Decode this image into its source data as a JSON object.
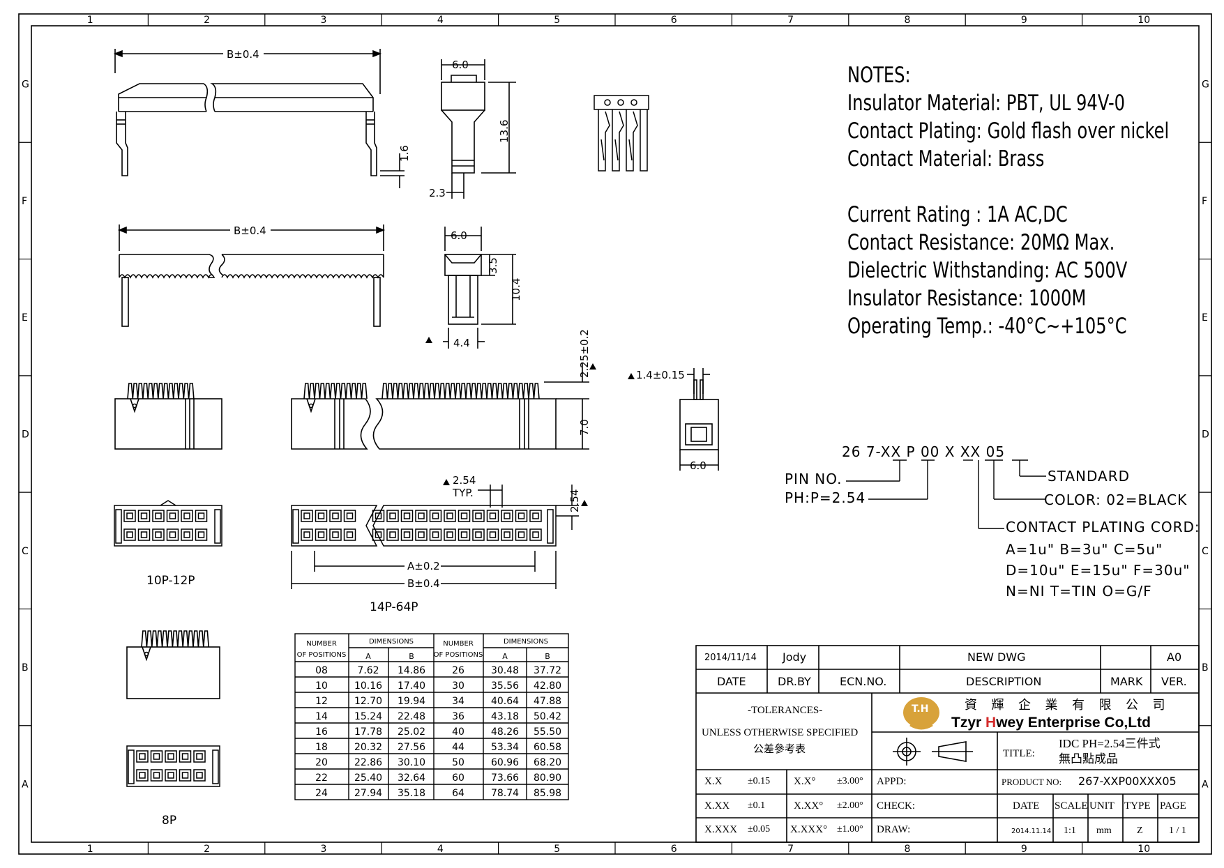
{
  "border": {
    "columns": [
      "1",
      "2",
      "3",
      "4",
      "5",
      "6",
      "7",
      "8",
      "9",
      "10"
    ],
    "rows": [
      "G",
      "F",
      "E",
      "D",
      "C",
      "B",
      "A"
    ]
  },
  "notes": {
    "heading": "NOTES:",
    "lines": [
      "Insulator Material: PBT, UL 94V-0",
      "Contact Plating: Gold flash over nickel",
      "Contact Material: Brass",
      "",
      "Current  Rating : 1A AC,DC",
      "Contact Resistance:   20MΩ Max.",
      "Dielectric Withstanding: AC 500V",
      "Insulator Resistance:  1000M",
      "Operating Temp.: -40°C~+105°C"
    ]
  },
  "dims": {
    "b_top": "B±0.4",
    "b_mid": "B±0.4",
    "d_1_6": "1.6",
    "d_6_0_a": "6.0",
    "d_13_6": "13.6",
    "d_2_3": "2.3",
    "d_6_0_b": "6.0",
    "d_3_5": "3.5",
    "d_10_4": "10.4",
    "d_4_4": "4.4",
    "d_2_25": "2.25±0.2",
    "d_7_0": "7.0",
    "d_1_4": "1.4±0.15",
    "d_6_0_c": "6.0",
    "d_2_54_pitch": "2.54",
    "d_typ": "TYP.",
    "d_2_54_v": "2.54",
    "a_bot": "A±0.2",
    "b_bot": "B±0.4",
    "label_10p": "10P-12P",
    "label_14p": "14P-64P",
    "label_8p": "8P"
  },
  "code": {
    "part": [
      "26",
      "7-",
      "XX",
      "P",
      "00",
      "X",
      "XX",
      "05"
    ],
    "pin_no": "PIN  NO.",
    "pitch": "PH:P=2.54",
    "standard": "STANDARD",
    "color": "COLOR:  02=BLACK",
    "plating": "CONTACT  PLATING  CORD:",
    "opt1": "A=1u\"   B=3u\"   C=5u\"",
    "opt2": "D=10u\" E=15u\" F=30u\"",
    "opt3": "N=NI     T=TIN    O=G/F"
  },
  "table": {
    "h_number": "NUMBER",
    "h_positions": "OF POSITIONS",
    "h_dims": "DIMENSIONS",
    "h_a": "A",
    "h_b": "B",
    "left": [
      [
        "08",
        "7.62",
        "14.86"
      ],
      [
        "10",
        "10.16",
        "17.40"
      ],
      [
        "12",
        "12.70",
        "19.94"
      ],
      [
        "14",
        "15.24",
        "22.48"
      ],
      [
        "16",
        "17.78",
        "25.02"
      ],
      [
        "18",
        "20.32",
        "27.56"
      ],
      [
        "20",
        "22.86",
        "30.10"
      ],
      [
        "22",
        "25.40",
        "32.64"
      ],
      [
        "24",
        "27.94",
        "35.18"
      ]
    ],
    "right": [
      [
        "26",
        "30.48",
        "37.72"
      ],
      [
        "30",
        "35.56",
        "42.80"
      ],
      [
        "34",
        "40.64",
        "47.88"
      ],
      [
        "36",
        "43.18",
        "50.42"
      ],
      [
        "40",
        "48.26",
        "55.50"
      ],
      [
        "44",
        "53.34",
        "60.58"
      ],
      [
        "50",
        "60.96",
        "68.20"
      ],
      [
        "60",
        "73.66",
        "80.90"
      ],
      [
        "64",
        "78.74",
        "85.98"
      ]
    ]
  },
  "titleblock": {
    "rev_date": "2014/11/14",
    "rev_by": "Jody",
    "rev_desc": "NEW  DWG",
    "rev_ver": "A0",
    "h_date": "DATE",
    "h_drby": "DR.BY",
    "h_ecn": "ECN.NO.",
    "h_desc": "DESCRIPTION",
    "h_mark": "MARK",
    "h_ver": "VER.",
    "tol1": "-TOLERANCES-",
    "tol2": "UNLESS OTHERWISE SPECIFIED",
    "tol3": "公差參考表",
    "logo_text": "T.H",
    "company_cn": "資 輝 企 業 有 限 公 司",
    "company_en": "Tzyr Hwey Enterprise Co,Ltd",
    "title_label": "TITLE:",
    "title_1": "IDC PH=2.54三件式",
    "title_2": "無凸點成品",
    "t1a": "X.X",
    "t1b": "±0.15",
    "t1c": "X.X°",
    "t1d": "±3.00°",
    "t2a": "X.XX",
    "t2b": "±0.1",
    "t2c": "X.XX°",
    "t2d": "±2.00°",
    "t3a": "X.XXX",
    "t3b": "±0.05",
    "t3c": "X.XXX°",
    "t3d": "±1.00°",
    "appd": "APPD:",
    "check": "CHECK:",
    "draw": "DRAW:",
    "product_label": "PRODUCT NO:",
    "product_no": "267-XXP00XXX05",
    "h2_date": "DATE",
    "h2_scale": "SCALE",
    "h2_unit": "UNIT",
    "h2_type": "TYPE",
    "h2_page": "PAGE",
    "v_date": "2014.11.14",
    "v_scale": "1:1",
    "v_unit": "mm",
    "v_type": "Z",
    "v_page": "1 / 1"
  },
  "colors": {
    "logo_fill": "#d8a23a",
    "company_red": "#d42b2b",
    "line": "#000000"
  }
}
